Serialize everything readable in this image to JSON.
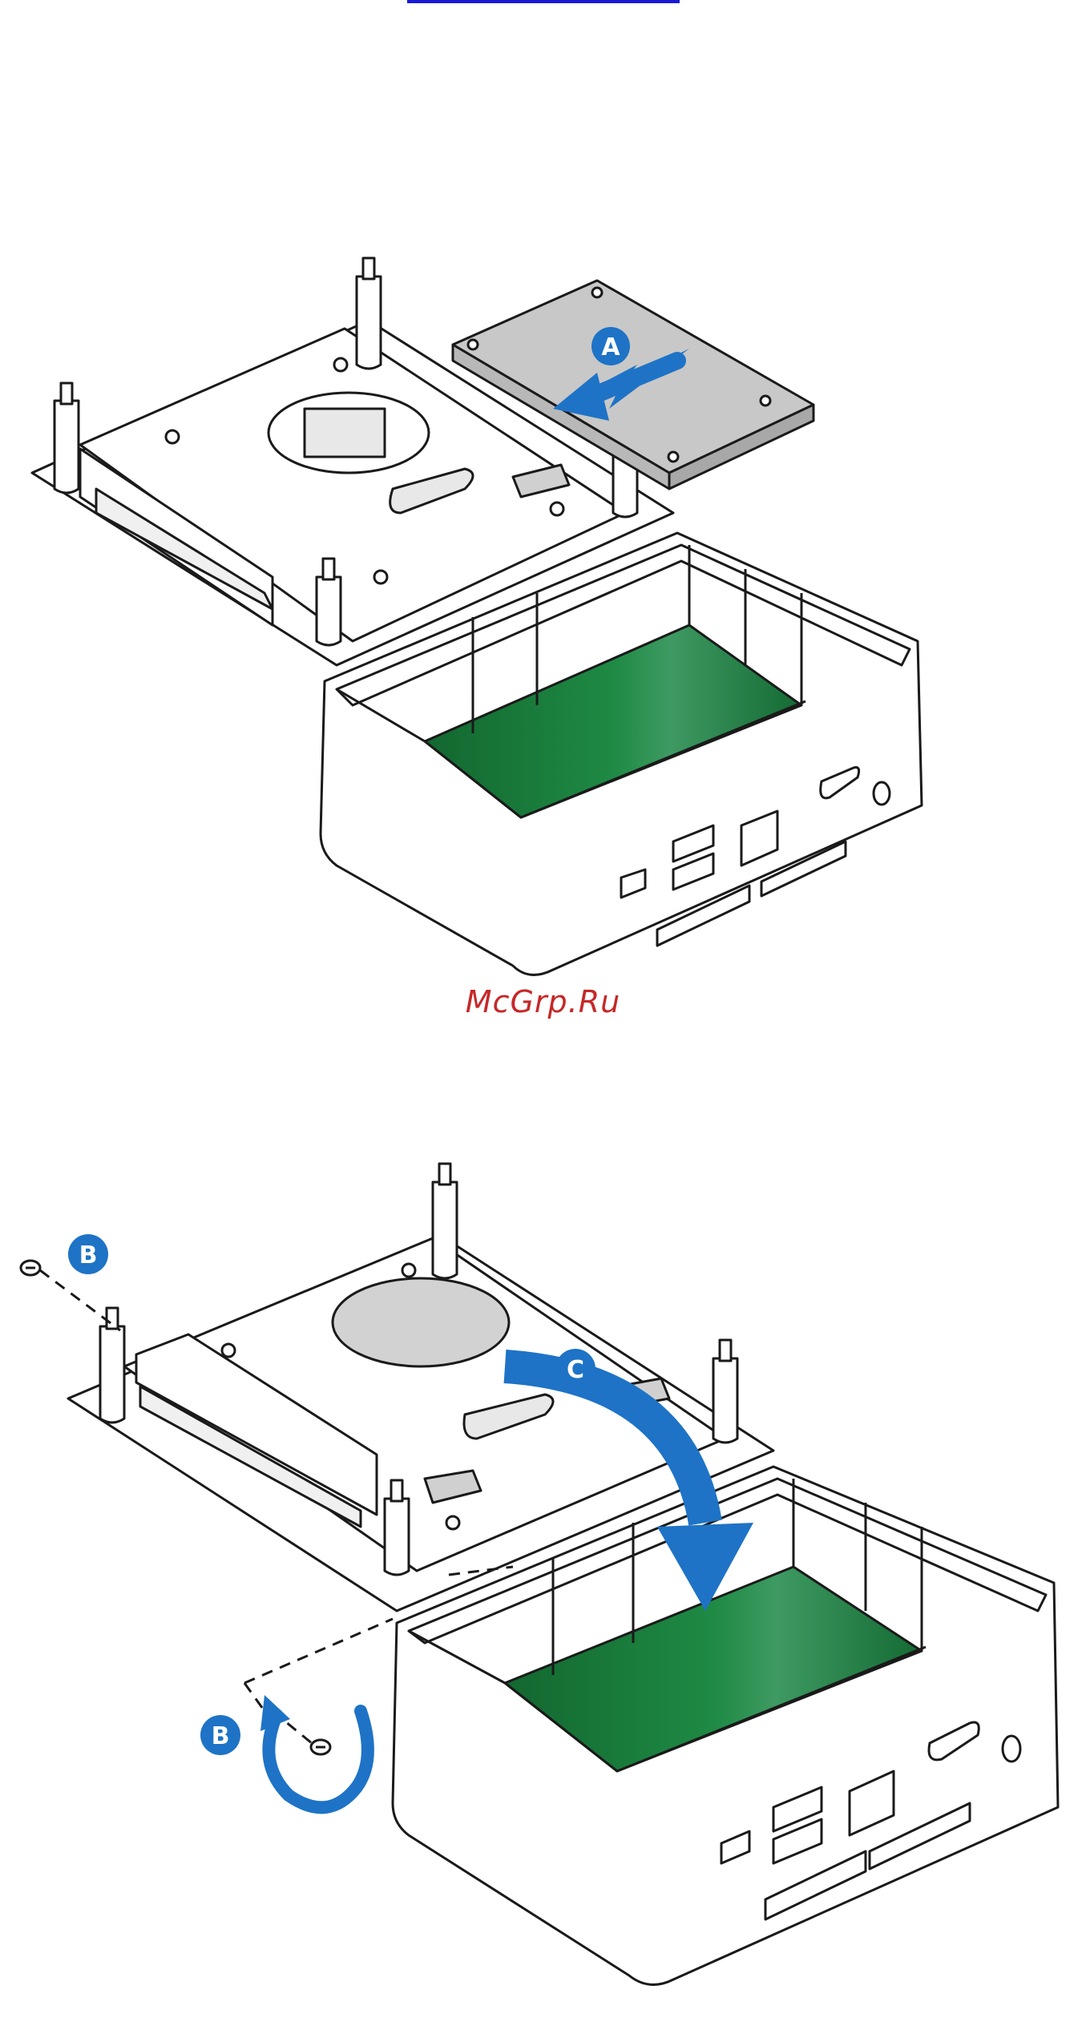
{
  "watermark": {
    "text": "McGrp.Ru"
  },
  "callouts": {
    "a": "A",
    "b1": "B",
    "b2": "B",
    "c": "C"
  },
  "colors": {
    "callout_blue": "#1e73c6",
    "outline": "#1a1a1a",
    "board_green": "#1e7a3e",
    "drive_gray": "#c8c8c8",
    "watermark": "#c62828",
    "top_link": "#1a1ad6"
  },
  "icons": {
    "arrow_a": "insert-arrow",
    "arrow_c": "fold-arrow",
    "screw": "screw-icon",
    "rotate": "rotate-clockwise-icon"
  }
}
